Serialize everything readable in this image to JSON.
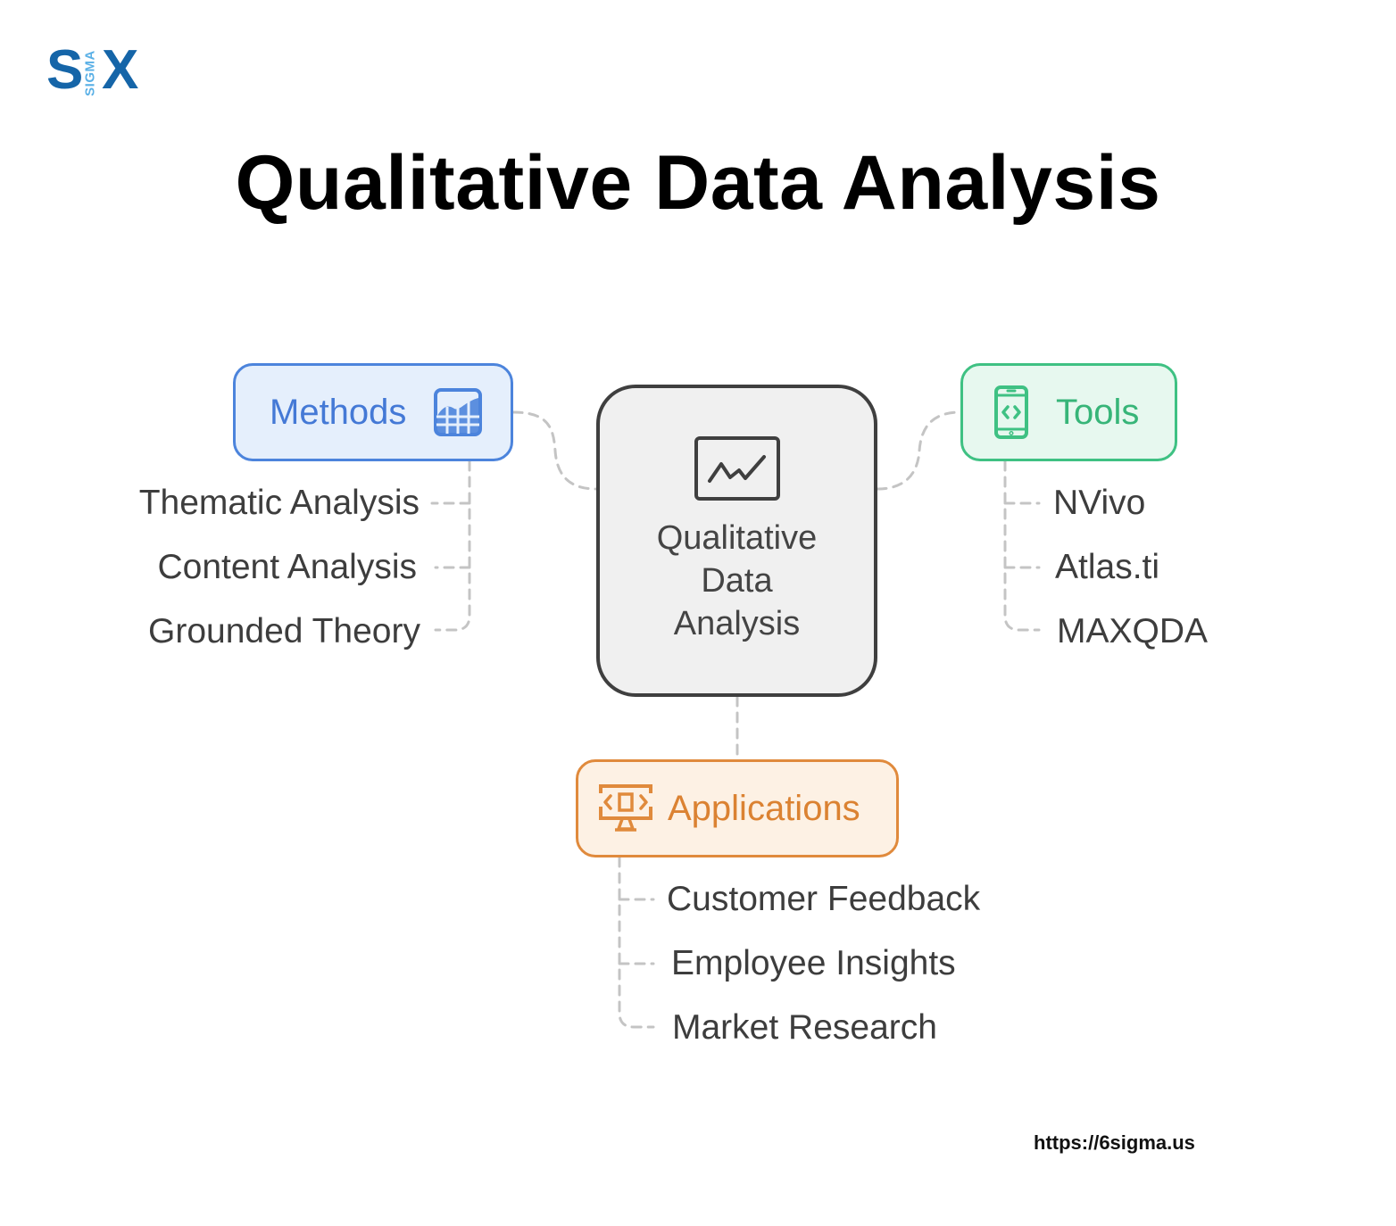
{
  "logo": {
    "left_letter": "S",
    "vertical_text": "SIGMA",
    "right_letter": "X",
    "colors": {
      "primary": "#1565a8",
      "secondary": "#5ab0e6"
    }
  },
  "title": "Qualitative Data Analysis",
  "center_node": {
    "label": "Qualitative Data Analysis",
    "icon": "line-chart-icon",
    "colors": {
      "fill": "#f0f0f0",
      "border": "#3f3f3f"
    }
  },
  "branches": {
    "methods": {
      "label": "Methods",
      "icon": "table-chart-icon",
      "colors": {
        "fill": "#e5effc",
        "border": "#4c84dc",
        "text": "#4479d6"
      },
      "items": [
        "Thematic Analysis",
        "Content Analysis",
        "Grounded Theory"
      ]
    },
    "tools": {
      "label": "Tools",
      "icon": "mobile-code-icon",
      "colors": {
        "fill": "#e7f8ef",
        "border": "#3fc183",
        "text": "#37b578"
      },
      "items": [
        "NVivo",
        "Atlas.ti",
        "MAXQDA"
      ]
    },
    "applications": {
      "label": "Applications",
      "icon": "monitor-code-icon",
      "colors": {
        "fill": "#fdf1e4",
        "border": "#e08a3c",
        "text": "#db8232"
      },
      "items": [
        "Customer Feedback",
        "Employee Insights",
        "Market Research"
      ]
    }
  },
  "connector_color": "#c4c4c4",
  "footer_url": "https://6sigma.us"
}
